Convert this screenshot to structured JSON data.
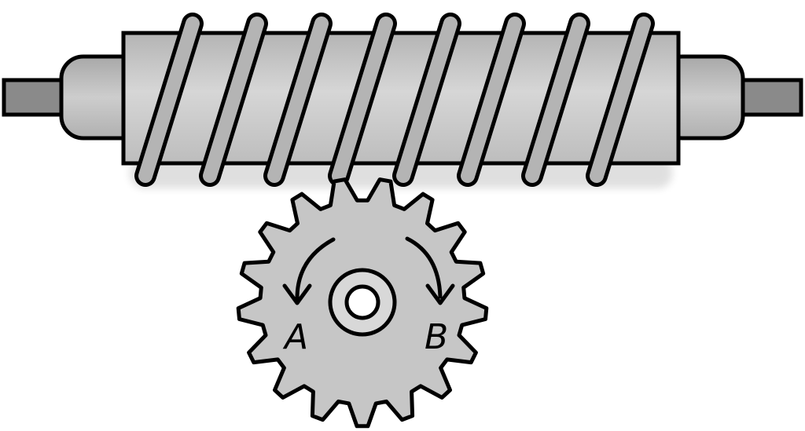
{
  "diagram": {
    "labels": {
      "left": "A",
      "right": "B"
    },
    "colors": {
      "outline": "#000000",
      "shaft": "#8a8a8a",
      "cap": "#b9b9b9",
      "worm_body": "#c8c8c8",
      "thread": "#b4b4b4",
      "gear": "#c6c6c6",
      "hub": "#d8d8d8",
      "hole": "#ffffff"
    },
    "gear": {
      "teeth": 17
    },
    "worm": {
      "thread_turns": 8
    }
  }
}
